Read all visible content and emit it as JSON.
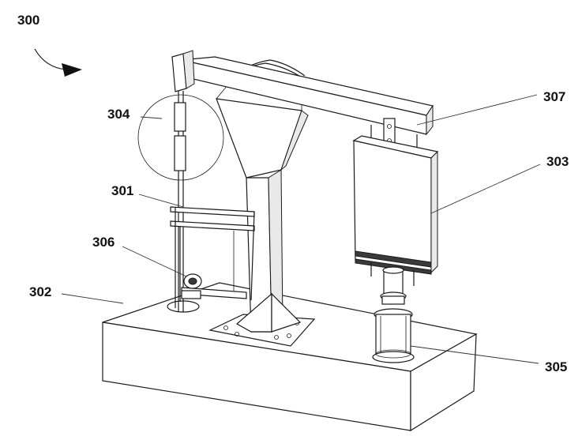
{
  "figure": {
    "reference_label": "300",
    "labels": {
      "upright_frame": "301",
      "base_block": "302",
      "counterweight_box": "303",
      "detail_circle": "304",
      "lower_cylinder": "305",
      "shaft_bearing": "306",
      "crossbeam_end": "307"
    }
  },
  "colors": {
    "ink": "#1a1a1a",
    "background": "#ffffff",
    "shade": "#e9e9e9"
  }
}
